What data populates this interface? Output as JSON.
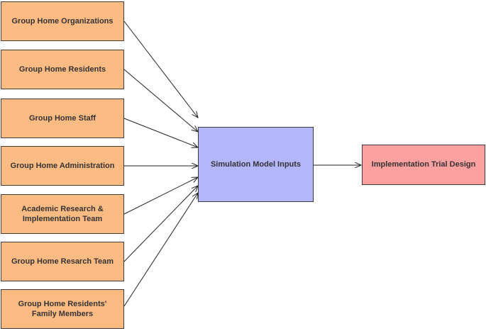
{
  "sources": [
    {
      "label": "Group Home Organizations"
    },
    {
      "label": "Group Home Residents"
    },
    {
      "label": "Group Home Staff"
    },
    {
      "label": "Group Home Administration"
    },
    {
      "label": "Academic Research & Implementation Team"
    },
    {
      "label": "Group Home Resarch Team"
    },
    {
      "label": "Group Home Residents' Family Members"
    }
  ],
  "center": {
    "label": "Simulation Model Inputs"
  },
  "target": {
    "label": "Implementation Trial Design"
  },
  "colors": {
    "source_fill": "#FDBB84",
    "center_fill": "#B4B6FC",
    "target_fill": "#FCA0A0",
    "border": "#3a3a3a",
    "arrow": "#222222"
  }
}
